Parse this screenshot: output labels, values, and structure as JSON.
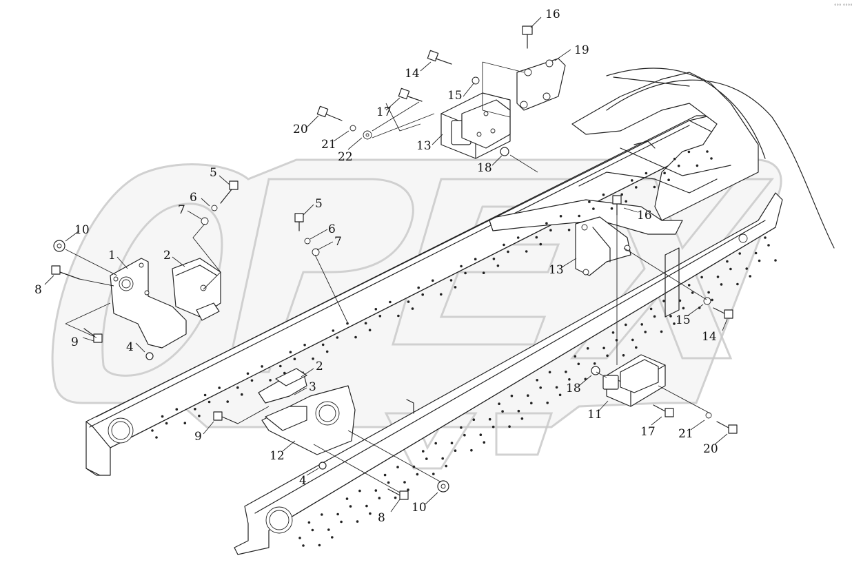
{
  "watermark": {
    "text": "OPEX",
    "color": "#c9c9c9"
  },
  "corner_mark": "°°° °°°°",
  "callouts": [
    {
      "id": "c1",
      "label": "1"
    },
    {
      "id": "c2a",
      "label": "2"
    },
    {
      "id": "c2b",
      "label": "2"
    },
    {
      "id": "c3",
      "label": "3"
    },
    {
      "id": "c4a",
      "label": "4"
    },
    {
      "id": "c4b",
      "label": "4"
    },
    {
      "id": "c5a",
      "label": "5"
    },
    {
      "id": "c5b",
      "label": "5"
    },
    {
      "id": "c6a",
      "label": "6"
    },
    {
      "id": "c6b",
      "label": "6"
    },
    {
      "id": "c7a",
      "label": "7"
    },
    {
      "id": "c7b",
      "label": "7"
    },
    {
      "id": "c8a",
      "label": "8"
    },
    {
      "id": "c8b",
      "label": "8"
    },
    {
      "id": "c9a",
      "label": "9"
    },
    {
      "id": "c9b",
      "label": "9"
    },
    {
      "id": "c10a",
      "label": "10"
    },
    {
      "id": "c10b",
      "label": "10"
    },
    {
      "id": "c11",
      "label": "11"
    },
    {
      "id": "c12",
      "label": "12"
    },
    {
      "id": "c13a",
      "label": "13"
    },
    {
      "id": "c13b",
      "label": "13"
    },
    {
      "id": "c14a",
      "label": "14"
    },
    {
      "id": "c14b",
      "label": "14"
    },
    {
      "id": "c15a",
      "label": "15"
    },
    {
      "id": "c15b",
      "label": "15"
    },
    {
      "id": "c16a",
      "label": "16"
    },
    {
      "id": "c16b",
      "label": "16"
    },
    {
      "id": "c17a",
      "label": "17"
    },
    {
      "id": "c17b",
      "label": "17"
    },
    {
      "id": "c18a",
      "label": "18"
    },
    {
      "id": "c18b",
      "label": "18"
    },
    {
      "id": "c19",
      "label": "19"
    },
    {
      "id": "c20a",
      "label": "20"
    },
    {
      "id": "c20b",
      "label": "20"
    },
    {
      "id": "c21a",
      "label": "21"
    },
    {
      "id": "c21b",
      "label": "21"
    },
    {
      "id": "c22",
      "label": "22"
    }
  ]
}
